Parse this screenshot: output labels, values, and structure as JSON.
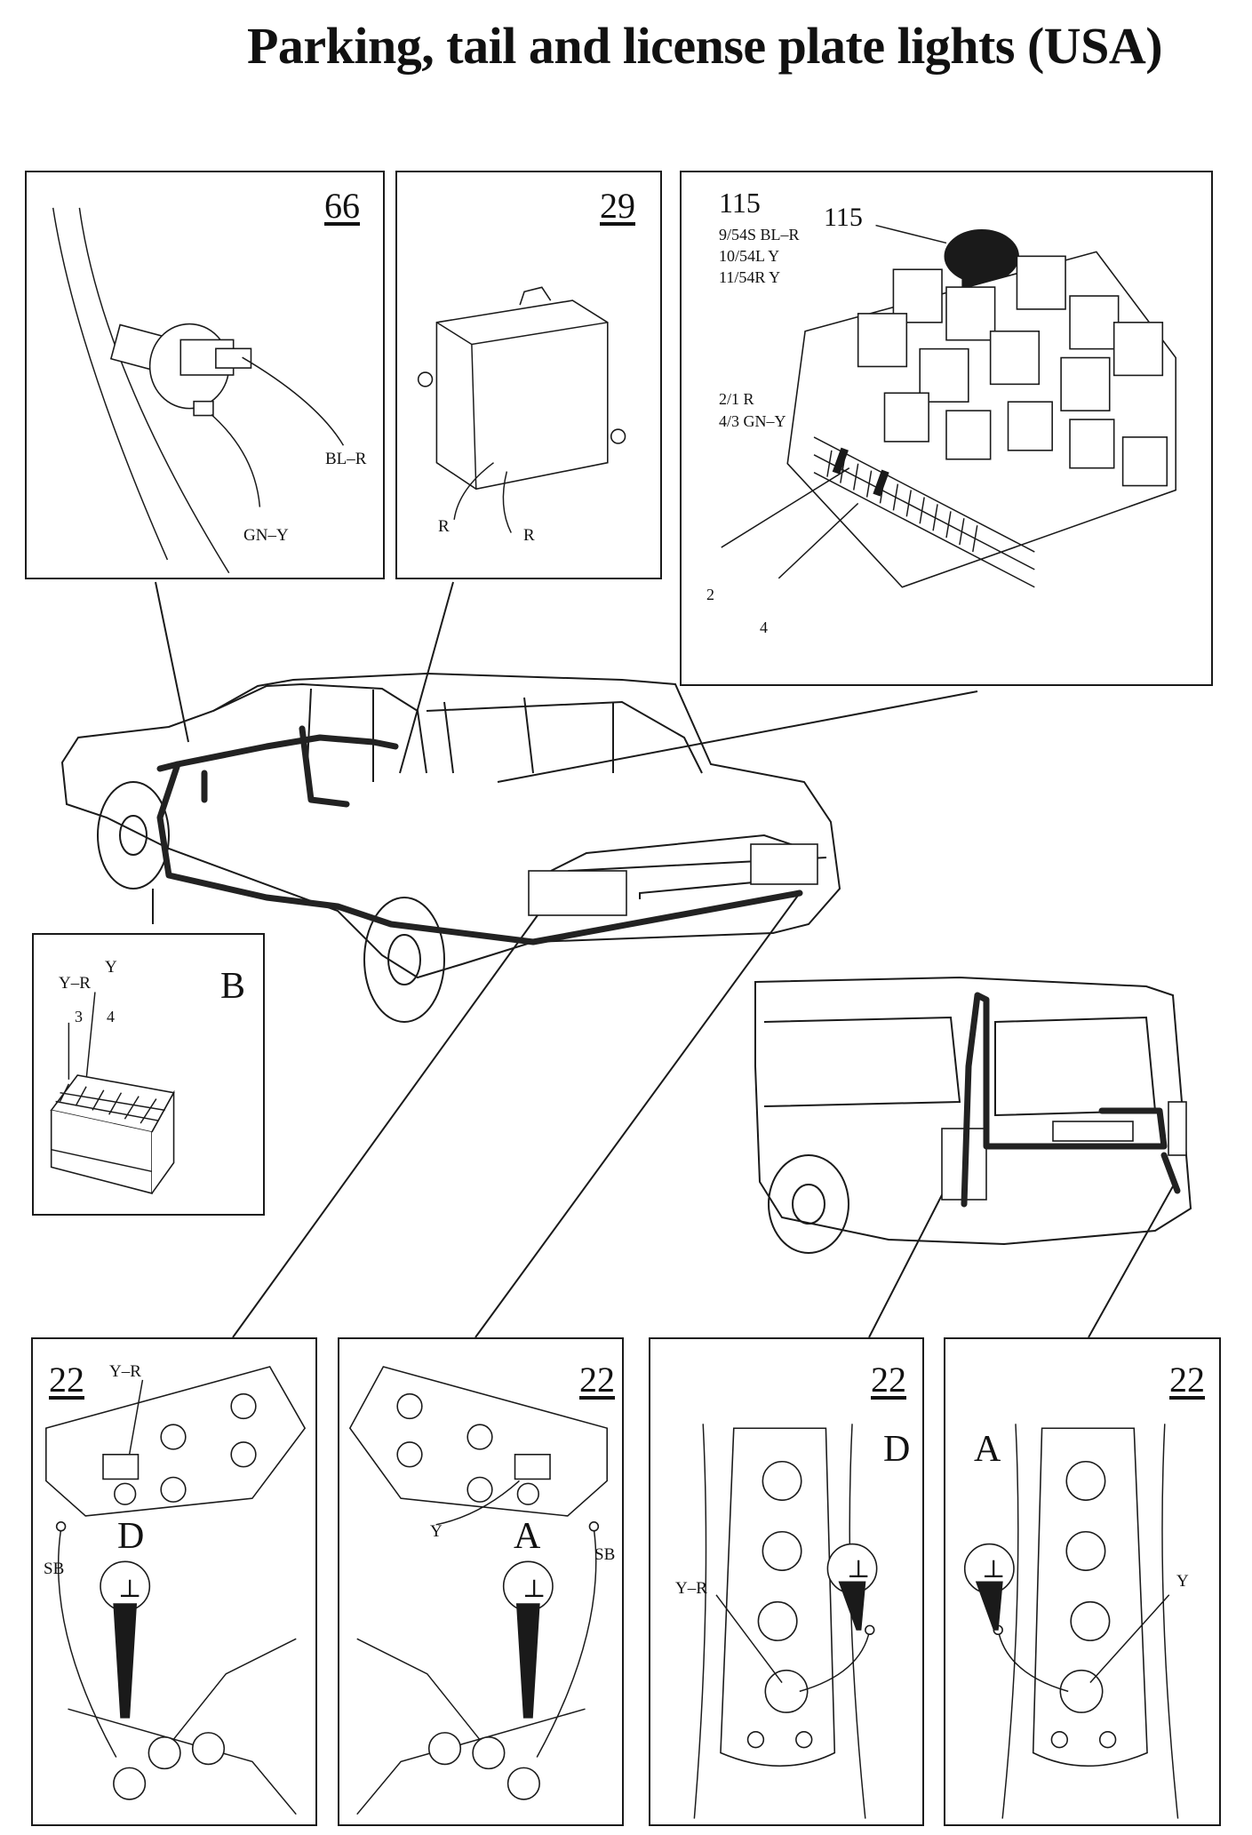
{
  "title": "Parking, tail and license plate lights (USA)",
  "panel_66": {
    "number": "66",
    "wire_1": "BL–R",
    "wire_2": "GN–Y"
  },
  "panel_29": {
    "number": "29",
    "wire_1": "R",
    "wire_2": "R"
  },
  "panel_115": {
    "number": "115",
    "callout": "115",
    "legend_1": "9/54S BL–R",
    "legend_2": "10/54L Y",
    "legend_3": "11/54R Y",
    "legend_4": "2/1 R",
    "legend_5": "4/3 GN–Y",
    "pin_2": "2",
    "pin_4": "4"
  },
  "panel_b": {
    "letter": "B",
    "wire_1": "Y–R",
    "wire_2": "Y",
    "pin_3": "3",
    "pin_4": "4"
  },
  "panel_22_1": {
    "number": "22",
    "wire": "Y–R",
    "ground_wire": "SB",
    "ground_letter": "D",
    "ground_symbol": "⊥"
  },
  "panel_22_2": {
    "number": "22",
    "wire": "Y",
    "ground_wire": "SB",
    "ground_letter": "A",
    "ground_symbol": "⊥"
  },
  "panel_22_3": {
    "number": "22",
    "wire": "Y–R",
    "ground_letter": "D",
    "ground_symbol": "⊥"
  },
  "panel_22_4": {
    "number": "22",
    "wire": "Y",
    "ground_letter": "A",
    "ground_symbol": "⊥"
  },
  "icons": [
    "switch-connector",
    "control-module",
    "fuse-relay-box",
    "multi-pin-connector",
    "tail-light-assembly",
    "ground-point"
  ]
}
